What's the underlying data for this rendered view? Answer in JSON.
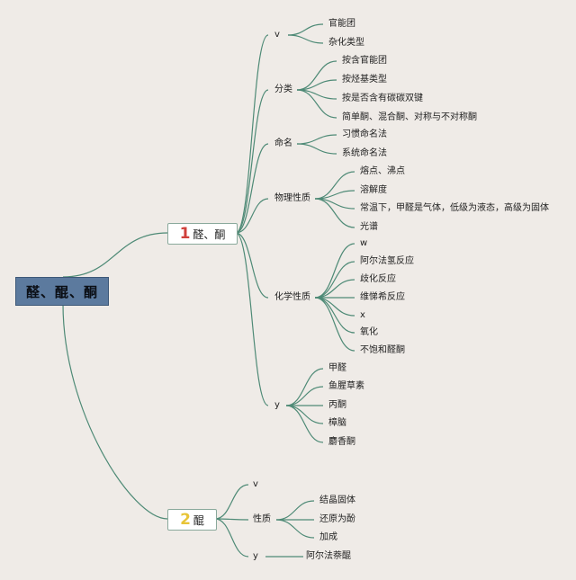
{
  "root": {
    "label": "醛、醌、酮"
  },
  "branch1": {
    "number": "1",
    "number_color": "#d0403b",
    "label": "醛、酮",
    "children": {
      "v": {
        "label": "v",
        "items": [
          "官能团",
          "杂化类型"
        ]
      },
      "classify": {
        "label": "分类",
        "items": [
          "按含官能团",
          "按烃基类型",
          "按是否含有碳碳双键",
          "简单酮、混合酮、对称与不对称酮"
        ]
      },
      "naming": {
        "label": "命名",
        "items": [
          "习惯命名法",
          "系统命名法"
        ]
      },
      "physical": {
        "label": "物理性质",
        "items": [
          "熔点、沸点",
          "溶解度",
          "常温下，甲醛是气体，低级为液态，高级为固体",
          "光谱"
        ]
      },
      "chemical": {
        "label": "化学性质",
        "items": [
          "w",
          "阿尔法氢反应",
          "歧化反应",
          "维悌希反应",
          "x",
          "氧化",
          "不饱和醛酮"
        ]
      },
      "y": {
        "label": "y",
        "items": [
          "甲醛",
          "鱼腥草素",
          "丙酮",
          "樟脑",
          "麝香酮"
        ]
      }
    }
  },
  "branch2": {
    "number": "2",
    "number_color": "#e8c437",
    "label": "醌",
    "children": {
      "v": {
        "label": "v"
      },
      "properties": {
        "label": "性质",
        "items": [
          "结晶固体",
          "还原为酚",
          "加成"
        ]
      },
      "y": {
        "label": "y",
        "items": [
          "阿尔法萘醌"
        ]
      }
    }
  },
  "colors": {
    "line": "#4e8a76",
    "background": "#efebe7",
    "root_fill": "#5c7a9e"
  }
}
